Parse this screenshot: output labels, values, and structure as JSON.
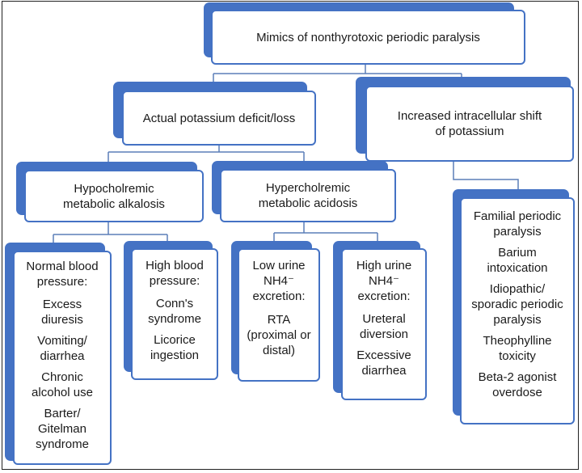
{
  "colors": {
    "accent": "#4472c4",
    "line": "#5b7fb8",
    "text": "#1a1a1a",
    "frame": "#222222"
  },
  "root": {
    "text": "Mimics of nonthyrotoxic periodic paralysis"
  },
  "potassium_loss": {
    "text": "Actual potassium deficit/loss"
  },
  "intracellular_shift": {
    "text": "Increased intracellular shift\nof potassium"
  },
  "hypochloremic": {
    "text": "Hypocholremic\nmetabolic alkalosis"
  },
  "hyperchloremic": {
    "text": "Hypercholremic\nmetabolic acidosis"
  },
  "normal_bp": {
    "items": [
      "Normal blood\npressure:",
      "Excess\ndiuresis",
      "Vomiting/\ndiarrhea",
      "Chronic\nalcohol use",
      "Barter/\nGitelman\nsyndrome"
    ]
  },
  "high_bp": {
    "items": [
      "High blood\npressure:",
      "Conn's\nsyndrome",
      "Licorice\ningestion"
    ]
  },
  "low_nh4": {
    "items": [
      "Low urine\nNH4⁻\nexcretion:",
      "RTA\n(proximal or\ndistal)"
    ]
  },
  "high_nh4": {
    "items": [
      "High urine\nNH4⁻\nexcretion:",
      "Ureteral\ndiversion",
      "Excessive\ndiarrhea"
    ]
  },
  "shift_causes": {
    "items": [
      "Familial periodic\nparalysis",
      "Barium\nintoxication",
      "Idiopathic/\nsporadic periodic\nparalysis",
      "Theophylline\ntoxicity",
      "Beta-2 agonist\noverdose"
    ]
  }
}
